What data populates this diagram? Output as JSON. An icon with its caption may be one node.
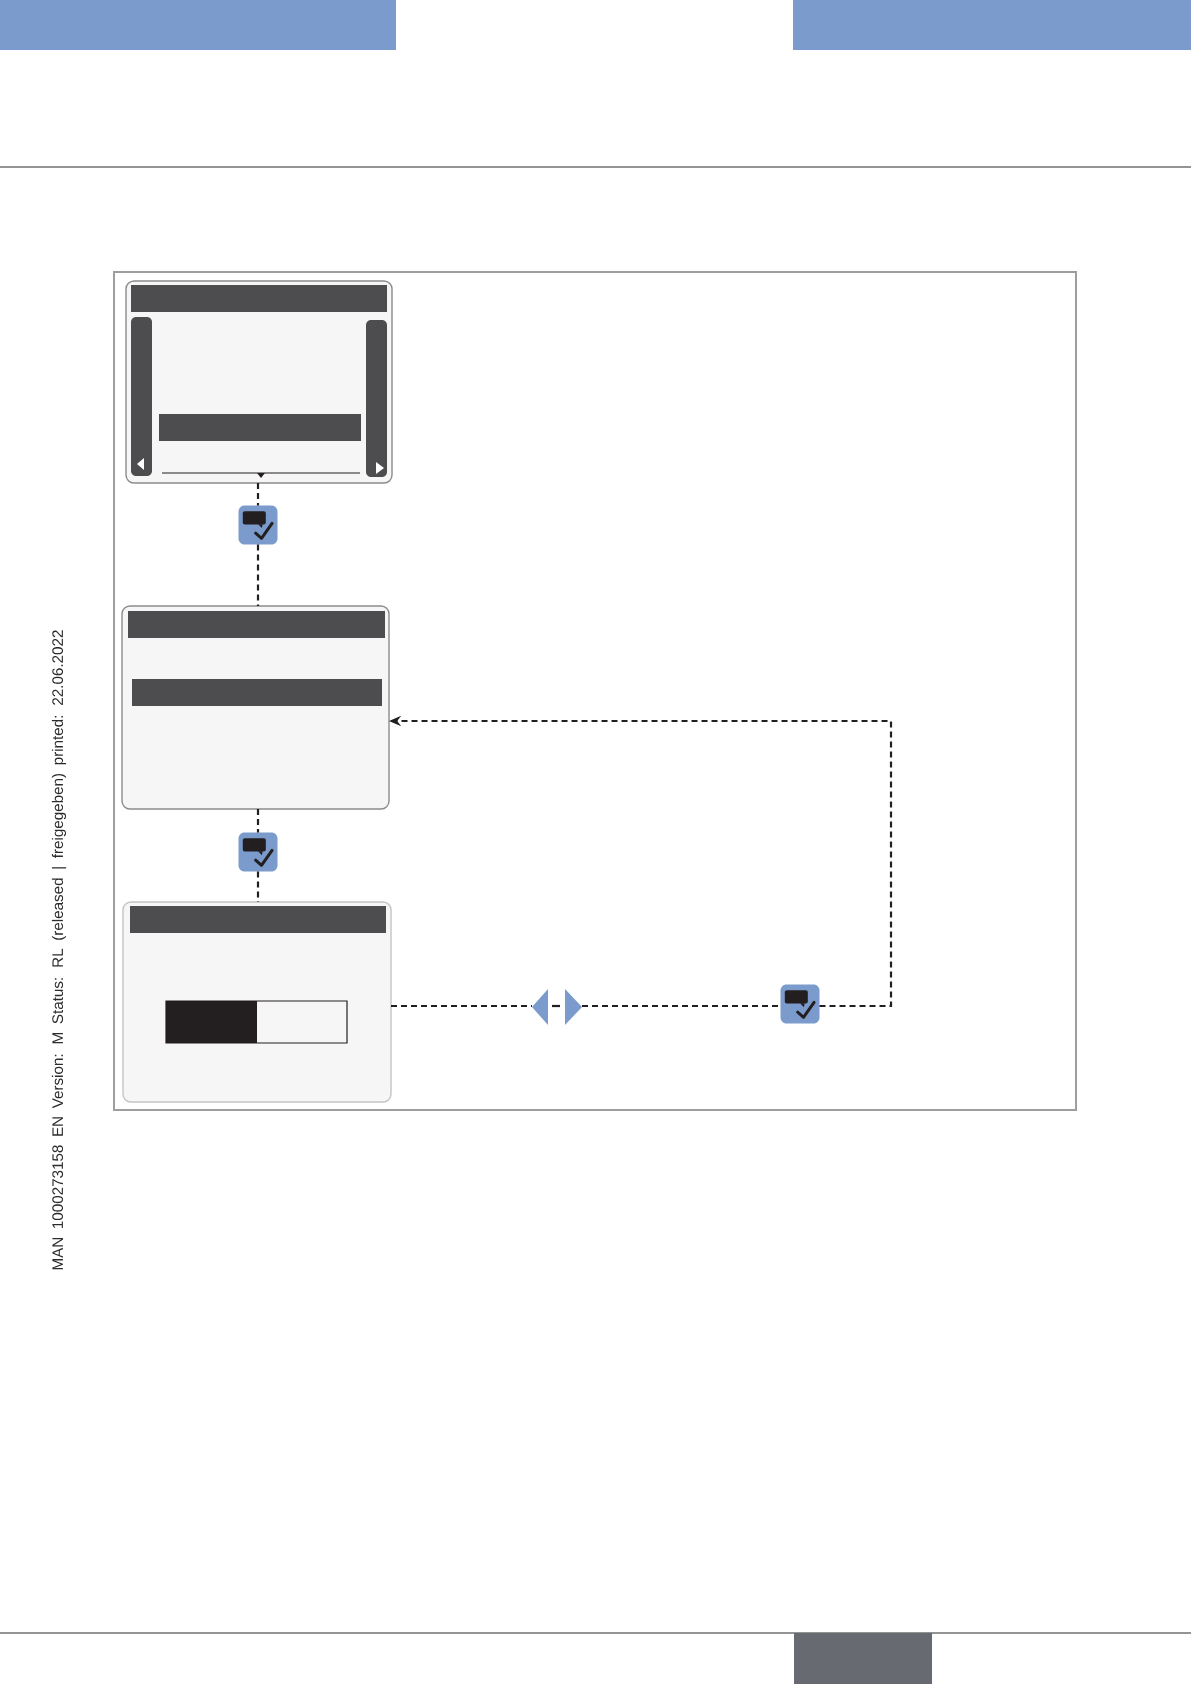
{
  "diagram": {
    "nodes": [
      {
        "text": [],
        "shape": "box"
      },
      {
        "text": [],
        "shape": "picture"
      },
      {
        "text": [],
        "shape": "box"
      },
      {
        "text": [],
        "shape": "picture"
      },
      {
        "text": [],
        "shape": "box"
      },
      {
        "text": [],
        "shape": "picture"
      },
      {
        "text": [],
        "shape": "picture"
      }
    ],
    "edges": [
      {
        "from": 0,
        "to": 1,
        "arrow": "none",
        "style": "dashed"
      },
      {
        "from": 1,
        "to": 2,
        "arrow": "none",
        "style": "dashed"
      },
      {
        "from": 2,
        "to": 3,
        "arrow": "none",
        "style": "dashed"
      },
      {
        "from": 3,
        "to": 4,
        "arrow": "none",
        "style": "dashed"
      },
      {
        "from": 4,
        "to": 5,
        "arrow": "none",
        "style": "dashed"
      },
      {
        "from": 5,
        "to": 6,
        "arrow": "none",
        "style": "dashed"
      },
      {
        "from": 6,
        "to": 2,
        "arrow": "to",
        "style": "dashed"
      }
    ],
    "labels": [
      "MAN 1000273158 EN Version: M Status: RL (released | freigegeben) printed: 22.06.2022"
    ]
  }
}
